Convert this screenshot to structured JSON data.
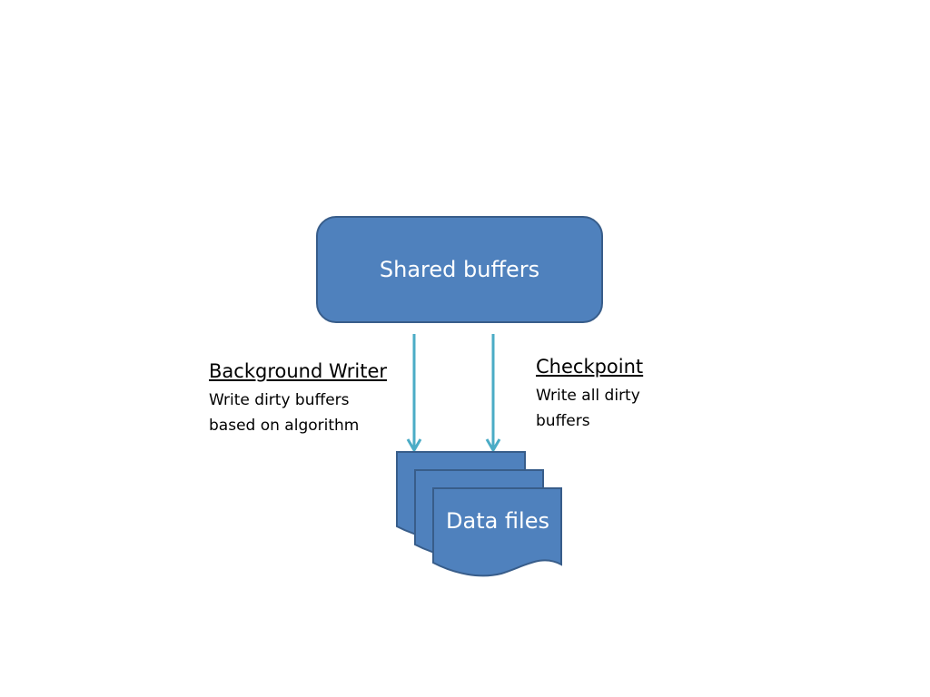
{
  "nodes": {
    "shared_buffers": {
      "label": "Shared buffers"
    },
    "data_files": {
      "label": "Data files"
    }
  },
  "labels": {
    "background_writer": {
      "title": "Background Writer",
      "desc_line1": "Write dirty buffers",
      "desc_line2": "based on algorithm"
    },
    "checkpoint": {
      "title": "Checkpoint",
      "desc_line1": "Write all dirty",
      "desc_line2": "buffers"
    }
  },
  "colors": {
    "node_fill": "#4f81bd",
    "node_stroke": "#385d8a",
    "arrow": "#4bacc6",
    "text_dark": "#000000",
    "text_light": "#ffffff"
  }
}
